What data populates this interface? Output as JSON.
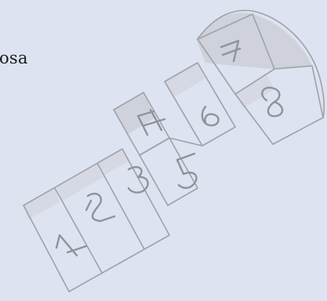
{
  "caption": {
    "text": "osa"
  },
  "hopscotch": {
    "numbers": [
      "1",
      "2",
      "3",
      "4",
      "5",
      "6",
      "7",
      "8"
    ]
  }
}
